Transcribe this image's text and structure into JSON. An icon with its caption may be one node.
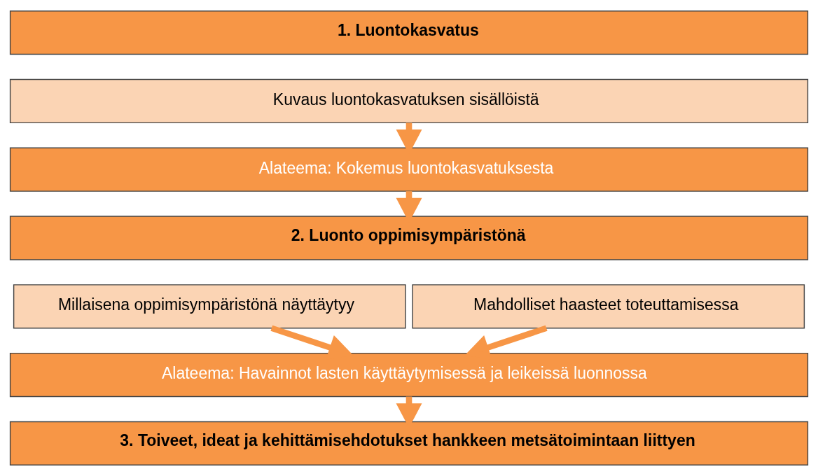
{
  "diagram": {
    "nodes": [
      {
        "text": [
          "1. Luontokasvatus"
        ]
      },
      {
        "text": [
          "Kuvaus luontokasvatuksen sisällöistä"
        ]
      },
      {
        "text": [
          "Alateema: Kokemus luontokasvatuksesta"
        ]
      },
      {
        "text": [
          "2. Luonto oppimisympäristönä"
        ]
      },
      {
        "text": [
          "Millaisena oppimisympäristönä näyttäytyy"
        ]
      },
      {
        "text": [
          "Mahdolliset haasteet toteuttamisessa"
        ]
      },
      {
        "text": [
          "Alateema: Havainnot lasten käyttäytymisessä ja leikeissä luonnossa"
        ]
      },
      {
        "text": [
          "3. Toiveet, ideat ja kehittämisehdotukset hankkeen metsätoimintaan liittyen"
        ]
      }
    ],
    "edges": [
      {
        "from": 1,
        "to": 2,
        "arrow": "to"
      },
      {
        "from": 2,
        "to": 3,
        "arrow": "to"
      },
      {
        "from": 4,
        "to": 6,
        "arrow": "to"
      },
      {
        "from": 5,
        "to": 6,
        "arrow": "to"
      },
      {
        "from": 6,
        "to": 7,
        "arrow": "to"
      }
    ]
  }
}
